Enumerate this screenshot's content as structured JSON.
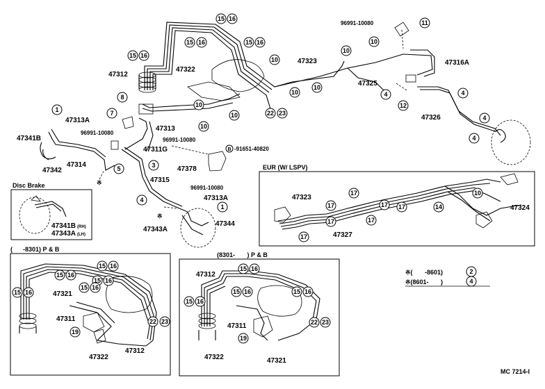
{
  "part_numbers": {
    "p47323": "47323",
    "p47316A": "47316A",
    "p47325": "47325",
    "p47326": "47326",
    "p47312": "47312",
    "p47322": "47322",
    "p47313": "47313",
    "p47313A": "47313A",
    "p47341B": "47341B",
    "p47342": "47342",
    "p47314": "47314",
    "p47311G": "47311G",
    "p47378": "47378",
    "p47315": "47315",
    "p47343A": "47343A",
    "p47344": "47344",
    "p47324": "47324",
    "p47327": "47327",
    "p47321": "47321",
    "p47311": "47311",
    "code96991": "96991-10080",
    "code91651": "-91651-40820"
  },
  "labels": {
    "eur": "EUR (W/ LSPV)",
    "disc_brake": "Disc Brake",
    "disc_p1": "47341B",
    "disc_p1_sub": "(RH)",
    "disc_p2": "47343A",
    "disc_p2_sub": "(LH)",
    "bottom_left_title": "(      -8301) P & B",
    "bottom_mid_title": "(8301-       ) P & B",
    "legend_row1": "※(       -8601)",
    "legend_row2": "※(8601-       )",
    "asterisk": "※",
    "b_mark": "B",
    "catalog_code": "MC 7214-I"
  },
  "callouts": {
    "n1": "1",
    "n2": "2",
    "n3": "3",
    "n4": "4",
    "n5": "5",
    "n7": "7",
    "n8": "8",
    "n10": "10",
    "n11": "11",
    "n12": "12",
    "n14": "14",
    "n15": "15",
    "n16": "16",
    "n17": "17",
    "n19": "19",
    "n22": "22",
    "n23": "23"
  }
}
